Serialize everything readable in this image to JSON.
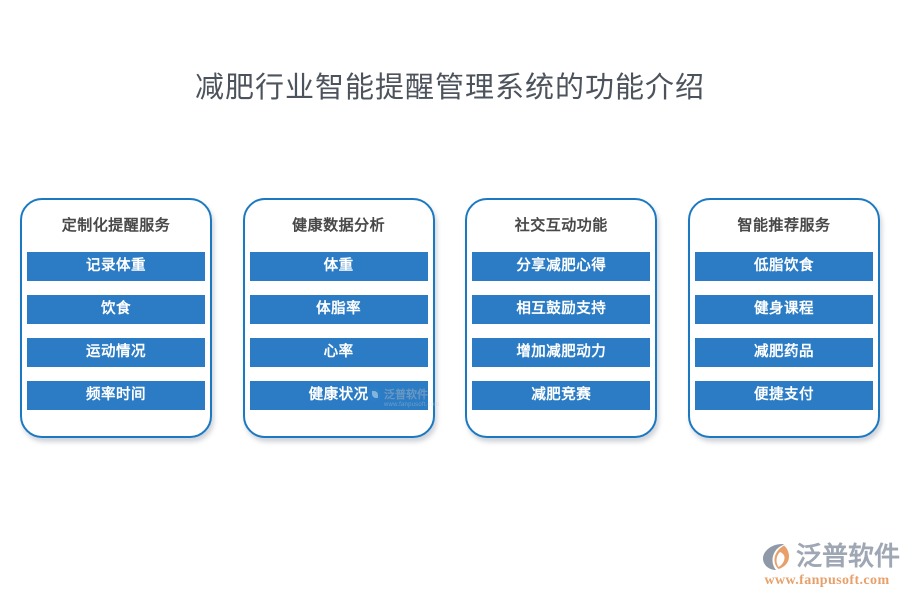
{
  "page": {
    "title": "减肥行业智能提醒管理系统的功能介绍",
    "background_color": "#ffffff",
    "title_color": "#4d535c",
    "accent_color": "#2b7cc4",
    "card_border_color": "#1b79c2"
  },
  "cards": [
    {
      "title": "定制化提醒服务",
      "items": [
        "记录体重",
        "饮食",
        "运动情况",
        "频率时间"
      ]
    },
    {
      "title": "健康数据分析",
      "items": [
        "体重",
        "体脂率",
        "心率",
        "健康状况"
      ]
    },
    {
      "title": "社交互动功能",
      "items": [
        "分享减肥心得",
        "相互鼓励支持",
        "增加减肥动力",
        "减肥竞赛"
      ]
    },
    {
      "title": "智能推荐服务",
      "items": [
        "低脂饮食",
        "健身课程",
        "减肥药品",
        "便捷支付"
      ]
    }
  ],
  "watermark": {
    "name": "泛普软件",
    "url": "www.fanpusoft.com"
  },
  "logo": {
    "name": "泛普软件",
    "url": "www.fanpusoft.com",
    "mark_colors": [
      "#8f99a8",
      "#e8a06a"
    ]
  }
}
